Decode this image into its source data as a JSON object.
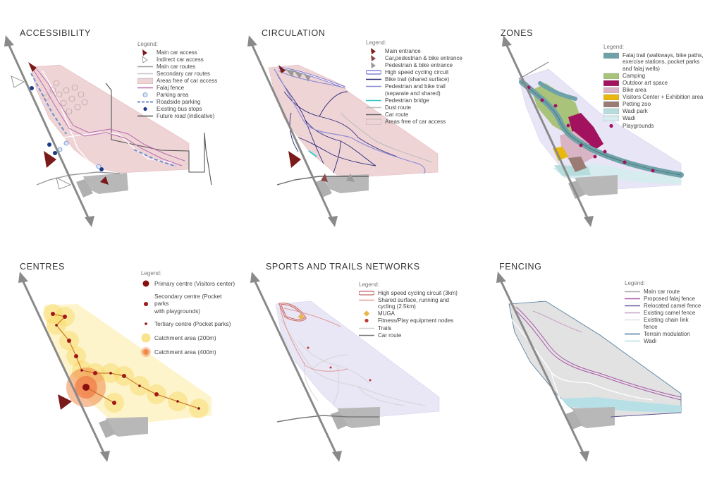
{
  "panels": [
    {
      "key": "accessibility",
      "title": "ACCESSIBILITY",
      "legend_title": "Legend:",
      "items": [
        {
          "label": "Main car access",
          "symbol": "arrow-fill",
          "color": "#7a1a1a"
        },
        {
          "label": "Indirect car access",
          "symbol": "arrow-outline",
          "color": "#888888"
        },
        {
          "label": "Main car routes",
          "symbol": "line",
          "color": "#9e9e9e"
        },
        {
          "label": "Secondary car routes",
          "symbol": "line",
          "color": "#c4c4c4"
        },
        {
          "label": "Areas free of car access",
          "symbol": "rect",
          "color": "#efd4d6"
        },
        {
          "label": "Falaj fence",
          "symbol": "line",
          "color": "#b768b0"
        },
        {
          "label": "Parking area",
          "symbol": "ring",
          "color": "#6d8fd1"
        },
        {
          "label": "Roadside parking",
          "symbol": "dashed",
          "color": "#6d8fd1"
        },
        {
          "label": "Existing bus stops",
          "symbol": "dot",
          "color": "#1d3a8a"
        },
        {
          "label": "Future road (indicative)",
          "symbol": "line",
          "color": "#555555"
        }
      ]
    },
    {
      "key": "circulation",
      "title": "CIRCULATION",
      "legend_title": "Legend:",
      "items": [
        {
          "label": "Main entrance",
          "symbol": "arrow-fill",
          "color": "#7a1a1a"
        },
        {
          "label": "Car,pedestrian & bike entrance",
          "symbol": "arrow-fill",
          "color": "#8a4a4a"
        },
        {
          "label": "Pedestrian & bike entrance",
          "symbol": "arrow-fill",
          "color": "#9a9a9a"
        },
        {
          "label": "High speed cycling circuit",
          "symbol": "double",
          "color": "#6a6ad0"
        },
        {
          "label": "Bike trail (shared surface)",
          "symbol": "line",
          "color": "#2a2a7a"
        },
        {
          "label": "Pedestrian and bike trail\n(separate and shared)",
          "symbol": "line",
          "color": "#8e8ed6"
        },
        {
          "label": "Pedestrian bridge",
          "symbol": "line",
          "color": "#36c8c8"
        },
        {
          "label": "Dust route",
          "symbol": "line",
          "color": "#bbbbbb"
        },
        {
          "label": "Car route",
          "symbol": "line",
          "color": "#666666"
        },
        {
          "label": "Areas free of car access",
          "symbol": "rect",
          "color": "#efd4d6"
        }
      ]
    },
    {
      "key": "zones",
      "title": "ZONES",
      "legend_title": "Legend:",
      "items": [
        {
          "label": "Falaj trail (walkways, bike paths,\nexercise stations, pocket parks\nand falaj wells)",
          "symbol": "rect",
          "color": "#6fa2a8"
        },
        {
          "label": "Camping",
          "symbol": "rect",
          "color": "#a9c47a"
        },
        {
          "label": "Outdoor art space",
          "symbol": "rect",
          "color": "#a3125e"
        },
        {
          "label": "Bike area",
          "symbol": "rect",
          "color": "#d9b4c4"
        },
        {
          "label": "Visitors Center + Exhibition area",
          "symbol": "rect",
          "color": "#e9b80c"
        },
        {
          "label": "Petting zoo",
          "symbol": "rect",
          "color": "#9a7c74"
        },
        {
          "label": "Wadi park",
          "symbol": "rect",
          "color": "#b7dcdc"
        },
        {
          "label": "Wadi",
          "symbol": "rect",
          "color": "#d6ecef"
        },
        {
          "label": "Playgrounds",
          "symbol": "dot",
          "color": "#a3125e"
        }
      ]
    },
    {
      "key": "centres",
      "title": "CENTRES",
      "legend_title": "Legend:",
      "items": [
        {
          "label": "Primary centre (Visitors center)",
          "symbol": "bigdot",
          "color": "#8a1010"
        },
        {
          "label": "Secondary centre (Pocket parks\nwith playgrounds)",
          "symbol": "meddot",
          "color": "#a01818"
        },
        {
          "label": "Tertiary centre (Pocket parks)",
          "symbol": "smalldot",
          "color": "#8a1010"
        },
        {
          "label": "Catchment area (200m)",
          "symbol": "halo",
          "color": "#f7dc6f"
        },
        {
          "label": "Catchment area (400m)",
          "symbol": "halo2",
          "color": "#f08a4b"
        }
      ]
    },
    {
      "key": "sports",
      "title": "SPORTS AND TRAILS NETWORKS",
      "legend_title": "Legend:",
      "items": [
        {
          "label": "High speed cycling circuit (3km)",
          "symbol": "double",
          "color": "#c46a6a"
        },
        {
          "label": "Shared surface, running and\ncycling (2.5km)",
          "symbol": "line",
          "color": "#e49a9a"
        },
        {
          "label": "MUGA",
          "symbol": "square",
          "color": "#e8b74a"
        },
        {
          "label": "Fitness/Play equipment nodes",
          "symbol": "dot",
          "color": "#c0392b"
        },
        {
          "label": "Trails",
          "symbol": "line",
          "color": "#d2d2d2"
        },
        {
          "label": "Car route",
          "symbol": "line",
          "color": "#7a7a7a"
        }
      ]
    },
    {
      "key": "fencing",
      "title": "FENCING",
      "legend_title": "Legend:",
      "items": [
        {
          "label": "Main car route",
          "symbol": "line",
          "color": "#aaaaaa"
        },
        {
          "label": "Proposed falaj fence",
          "symbol": "line",
          "color": "#a85aa8"
        },
        {
          "label": "Relocated camel fence",
          "symbol": "line",
          "color": "#6a5a9a"
        },
        {
          "label": "Existing camel fence",
          "symbol": "line",
          "color": "#c6a0c6"
        },
        {
          "label": "Existing chain link fence",
          "symbol": "line",
          "color": "#e0e0e0"
        },
        {
          "label": "Terrain modulation",
          "symbol": "line",
          "color": "#4a7a9a"
        },
        {
          "label": "Wadi",
          "symbol": "line",
          "color": "#b6dfe6"
        }
      ]
    }
  ],
  "colors": {
    "road_axis": "#8a8a8a",
    "site_pink": "#efd4d6",
    "site_lavender": "#e9e6f5",
    "site_grey": "#e2e2e2",
    "building_grey": "#b5b5b5"
  }
}
